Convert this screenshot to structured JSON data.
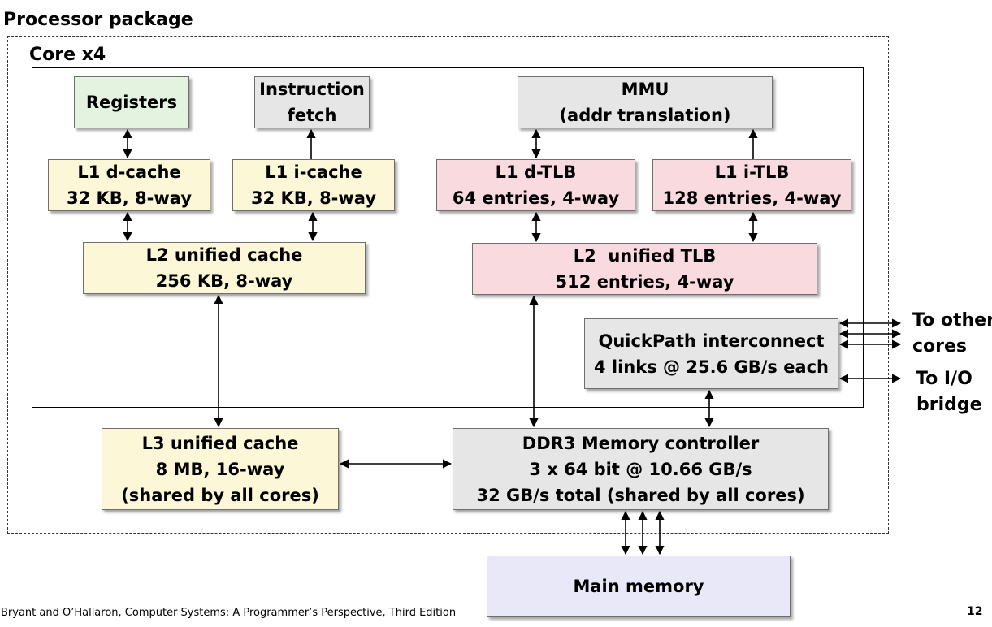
{
  "package_title": "Processor package",
  "core_title": "Core x4",
  "registers": "Registers",
  "instruction_fetch": [
    "Instruction",
    "fetch"
  ],
  "mmu": [
    "MMU",
    "(addr translation)"
  ],
  "l1_dcache": [
    "L1 d-cache",
    "32 KB, 8-way"
  ],
  "l1_icache": [
    "L1 i-cache",
    "32 KB, 8-way"
  ],
  "l1_dtlb": [
    "L1 d-TLB",
    "64 entries, 4-way"
  ],
  "l1_itlb": [
    "L1 i-TLB",
    "128 entries, 4-way"
  ],
  "l2_cache": [
    "L2 unified cache",
    "256 KB, 8-way"
  ],
  "l2_tlb": [
    "L2  unified TLB",
    "512 entries, 4-way"
  ],
  "quickpath": [
    "QuickPath interconnect",
    "4 links @ 25.6 GB/s each"
  ],
  "l3_cache": [
    "L3 unified cache",
    "8 MB, 16-way",
    "(shared by all cores)"
  ],
  "memory_controller": [
    "DDR3 Memory controller",
    "3 x 64 bit @ 10.66 GB/s",
    "32 GB/s total (shared by all cores)"
  ],
  "main_memory": "Main memory",
  "to_other_cores": [
    "To other",
    "cores"
  ],
  "to_io_bridge": [
    "To I/O",
    "bridge"
  ],
  "footer": "Bryant and O’Hallaron, Computer Systems: A Programmer’s Perspective, Third Edition",
  "page_number": "12",
  "colors": {
    "registers": "#e3f3df",
    "cache": "#fbf7d7",
    "tlb": "#f9dbdf",
    "controller": "#e6e6e6",
    "main_memory": "#e9e8f8"
  }
}
